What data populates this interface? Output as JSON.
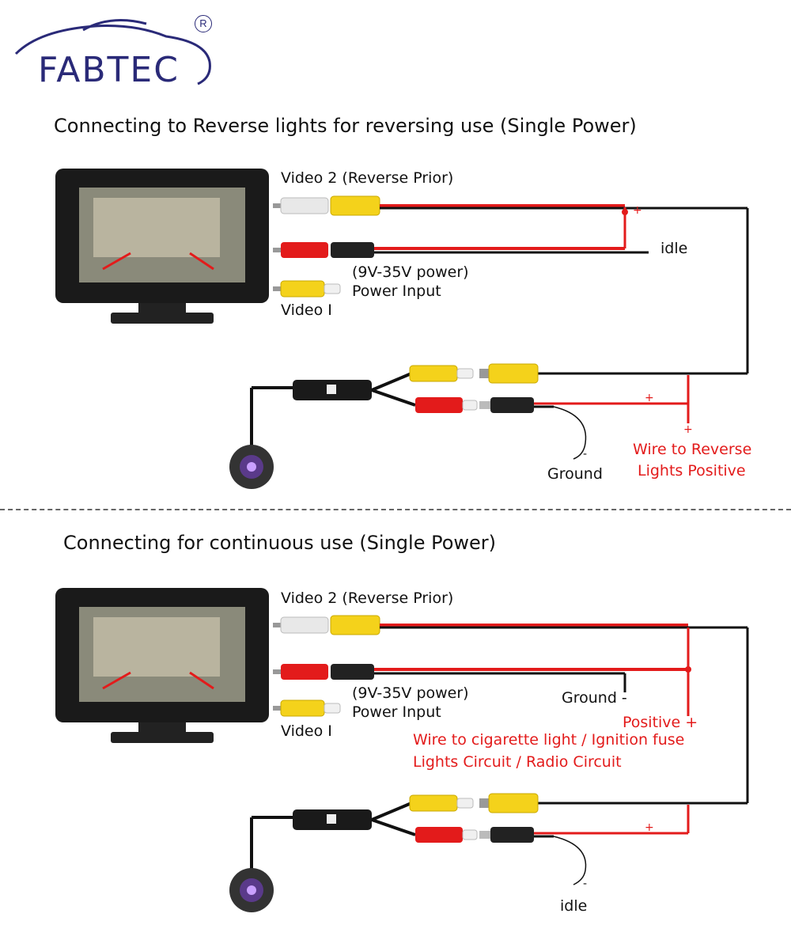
{
  "logo": {
    "text": "FABTEC",
    "mark": "R"
  },
  "colors": {
    "red_wire": "#e31b1b",
    "black_wire": "#111111",
    "yellow_plug": "#f4d21b",
    "logo_blue": "#2a2a78"
  },
  "section1": {
    "title": "Connecting to Reverse lights for reversing use (Single Power)",
    "video2": "Video 2 (Reverse Prior)",
    "power_range": "(9V-35V power)",
    "power_input": "Power Input",
    "video1": "Video I",
    "idle": "idle",
    "plus_top": "+",
    "plus_mid": "+",
    "plus_low": "+",
    "minus": "-",
    "ground": "Ground",
    "wire_line1": "Wire to Reverse",
    "wire_line2": "Lights Positive"
  },
  "section2": {
    "title": "Connecting for continuous use (Single Power)",
    "video2": "Video 2 (Reverse Prior)",
    "power_range": "(9V-35V power)",
    "power_input": "Power Input",
    "video1": "Video I",
    "ground": "Ground -",
    "positive": "Positive +",
    "wire_line1": "Wire to cigarette light / Ignition fuse",
    "wire_line2": "Lights Circuit / Radio Circuit",
    "plus_low": "+",
    "minus": "-",
    "idle": "idle"
  }
}
